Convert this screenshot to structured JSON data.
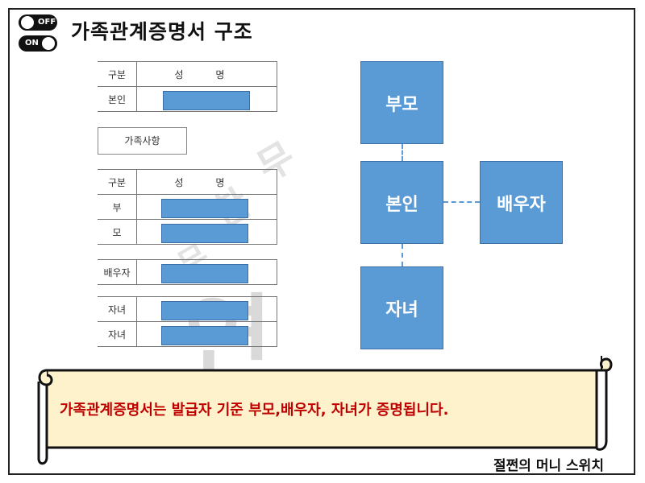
{
  "title": "가족관계증명서 구조",
  "toggles": {
    "off_label": "OFF",
    "on_label": "ON"
  },
  "form": {
    "top_table": {
      "header": {
        "col1": "구분",
        "col2": "성  명"
      },
      "rows": [
        {
          "label": "본인"
        }
      ]
    },
    "family_tag": "가족사항",
    "family_table": {
      "header": {
        "col1": "구분",
        "col2": "성  명"
      },
      "rows": [
        {
          "label": "부"
        },
        {
          "label": "모"
        },
        {
          "label": "배우자"
        },
        {
          "label": "자녀"
        },
        {
          "label": "자녀"
        }
      ]
    }
  },
  "diagram": {
    "parents": "부모",
    "self": "본인",
    "spouse": "배우자",
    "children": "자녀"
  },
  "banner": {
    "text": "가족관계증명서는 발급자 기준 부모,배우자, 자녀가 증명됩니다."
  },
  "footer": "절쩐의 머니 스위치",
  "colors": {
    "box": "#5b9bd5",
    "banner_fill": "#fdf2cc",
    "banner_text": "#c00000"
  }
}
